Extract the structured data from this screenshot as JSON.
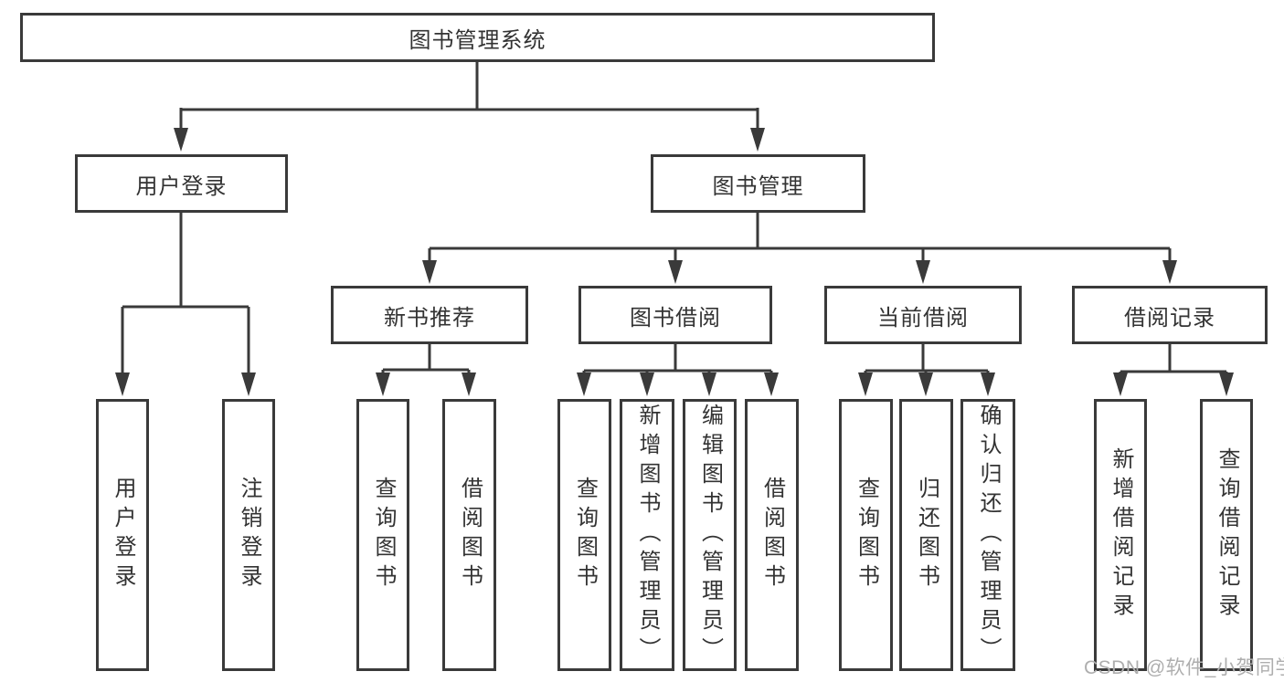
{
  "diagram": {
    "root": {
      "label": "图书管理系统"
    },
    "level2": [
      {
        "label": "用户登录"
      },
      {
        "label": "图书管理"
      }
    ],
    "level3": [
      {
        "label": "新书推荐"
      },
      {
        "label": "图书借阅"
      },
      {
        "label": "当前借阅"
      },
      {
        "label": "借阅记录"
      }
    ],
    "leaves": {
      "user_login": [
        {
          "label": "用户登录"
        },
        {
          "label": "注销登录"
        }
      ],
      "new_books": [
        {
          "label": "查询图书"
        },
        {
          "label": "借阅图书"
        }
      ],
      "book_borrowing": [
        {
          "label": "查询图书"
        },
        {
          "label": "新增图书（管理员）"
        },
        {
          "label": "编辑图书（管理员）"
        },
        {
          "label": "借阅图书"
        }
      ],
      "current_borrowing": [
        {
          "label": "查询图书"
        },
        {
          "label": "归还图书"
        },
        {
          "label": "确认归还（管理员）"
        }
      ],
      "borrow_records": [
        {
          "label": "新增借阅记录"
        },
        {
          "label": "查询借阅记录"
        }
      ]
    },
    "watermark": {
      "text": "CSDN @软件_小贺同学"
    },
    "colors": {
      "line": "#3a3a3a",
      "text": "#333333",
      "watermark": "#aeaeae",
      "background": "#ffffff"
    }
  }
}
